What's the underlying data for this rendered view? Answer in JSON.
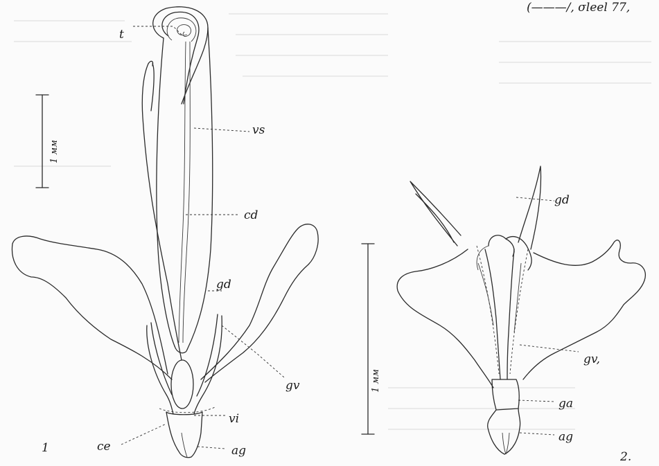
{
  "header_fragment": "(———/,  σleel 77,",
  "figure_1": {
    "number": "1",
    "scale_bar": "1 мм",
    "labels": {
      "t": "t",
      "vs": "vs",
      "cd": "cd",
      "gd": "gd",
      "gv": "gv",
      "vi": "vi",
      "ce": "ce",
      "ag": "ag"
    }
  },
  "figure_2": {
    "number": "2.",
    "scale_bar": "1 мм",
    "labels": {
      "gd": "gd",
      "gv": "gv,",
      "ga": "ga",
      "ag": "ag"
    }
  }
}
